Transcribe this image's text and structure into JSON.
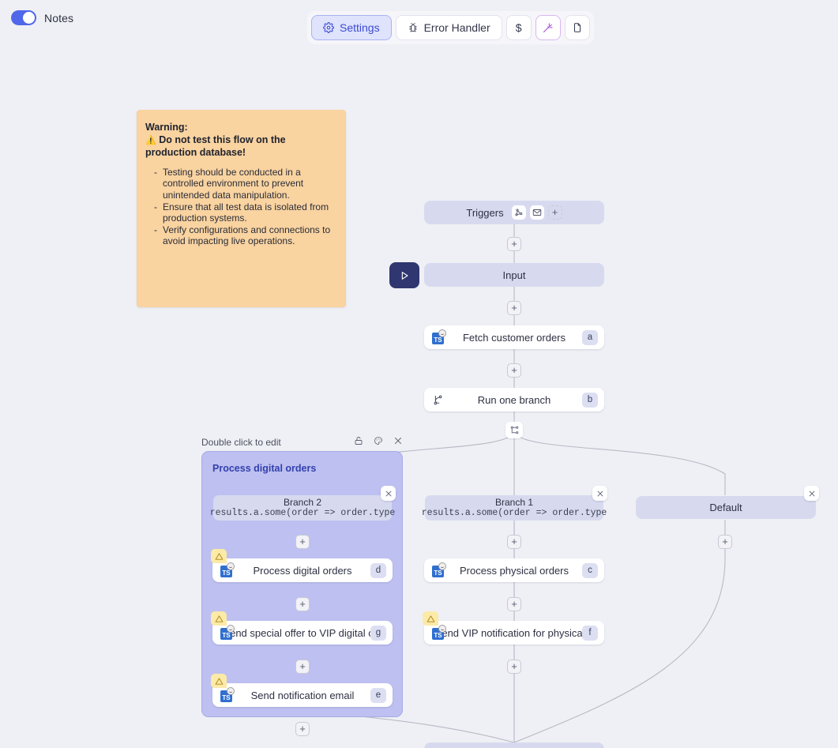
{
  "topbar": {
    "notes_label": "Notes",
    "notes_toggle_state": "on",
    "buttons": [
      {
        "label": "Settings",
        "icon": "gear-icon",
        "active": true
      },
      {
        "label": "Error Handler",
        "icon": "bug-icon",
        "active": false
      },
      {
        "label": "$",
        "icon": "dollar-icon",
        "active": false
      },
      {
        "label": "",
        "icon": "magic-wand-icon",
        "active": false
      },
      {
        "label": "",
        "icon": "file-icon",
        "active": false
      }
    ]
  },
  "note": {
    "title_line1": "Warning:",
    "title_emoji": "⚠️",
    "title_line2": "Do not test this flow on the production database!",
    "items": [
      "Testing should be conducted in a controlled environment to prevent unintended data manipulation.",
      "Ensure that all test data is isolated from production systems.",
      "Verify configurations and connections to avoid impacting live operations."
    ]
  },
  "flow": {
    "triggers": {
      "label": "Triggers",
      "icons": [
        "webhook-icon",
        "email-icon"
      ],
      "add_label": "+"
    },
    "input": {
      "label": "Input"
    },
    "run_button_icon": "play-icon",
    "nodes": [
      {
        "label": "Fetch customer orders",
        "badge": "a",
        "icon": "typescript-icon",
        "warning": false
      },
      {
        "label": "Run one branch",
        "badge": "b",
        "icon": "branch-icon",
        "warning": false
      },
      {
        "label": "Process physical orders",
        "badge": "c",
        "icon": "typescript-icon",
        "warning": false
      },
      {
        "label": "Process digital orders",
        "badge": "d",
        "icon": "typescript-icon",
        "warning": true
      },
      {
        "label": "Send notification email",
        "badge": "e",
        "icon": "typescript-icon",
        "warning": true
      },
      {
        "label": "Send VIP notification for physical...",
        "badge": "f",
        "icon": "typescript-icon",
        "warning": true
      },
      {
        "label": "Send special offer to VIP digital c...",
        "badge": "g",
        "icon": "typescript-icon",
        "warning": true
      }
    ],
    "branches": [
      {
        "name": "Branch 2",
        "expression": "results.a.some(order => order.type"
      },
      {
        "name": "Branch 1",
        "expression": "results.a.some(order => order.type"
      },
      {
        "name": "Default",
        "expression": ""
      }
    ],
    "group": {
      "hint": "Double click to edit",
      "title": "Process digital orders",
      "header_icons": [
        "lock-icon",
        "palette-icon",
        "close-icon"
      ]
    },
    "add_handle_label": "+"
  },
  "colors": {
    "canvas_bg": "#eff0f5",
    "accent_blue": "#4f67e8",
    "lavender_node": "#d7daef",
    "group_fill": "#bdc0f0",
    "group_title": "#3340ad",
    "note_bg": "#f9d3a0",
    "warning_badge": "#fbeaa8",
    "run_button": "#2f3670",
    "ts_icon": "#2f6fd0"
  }
}
